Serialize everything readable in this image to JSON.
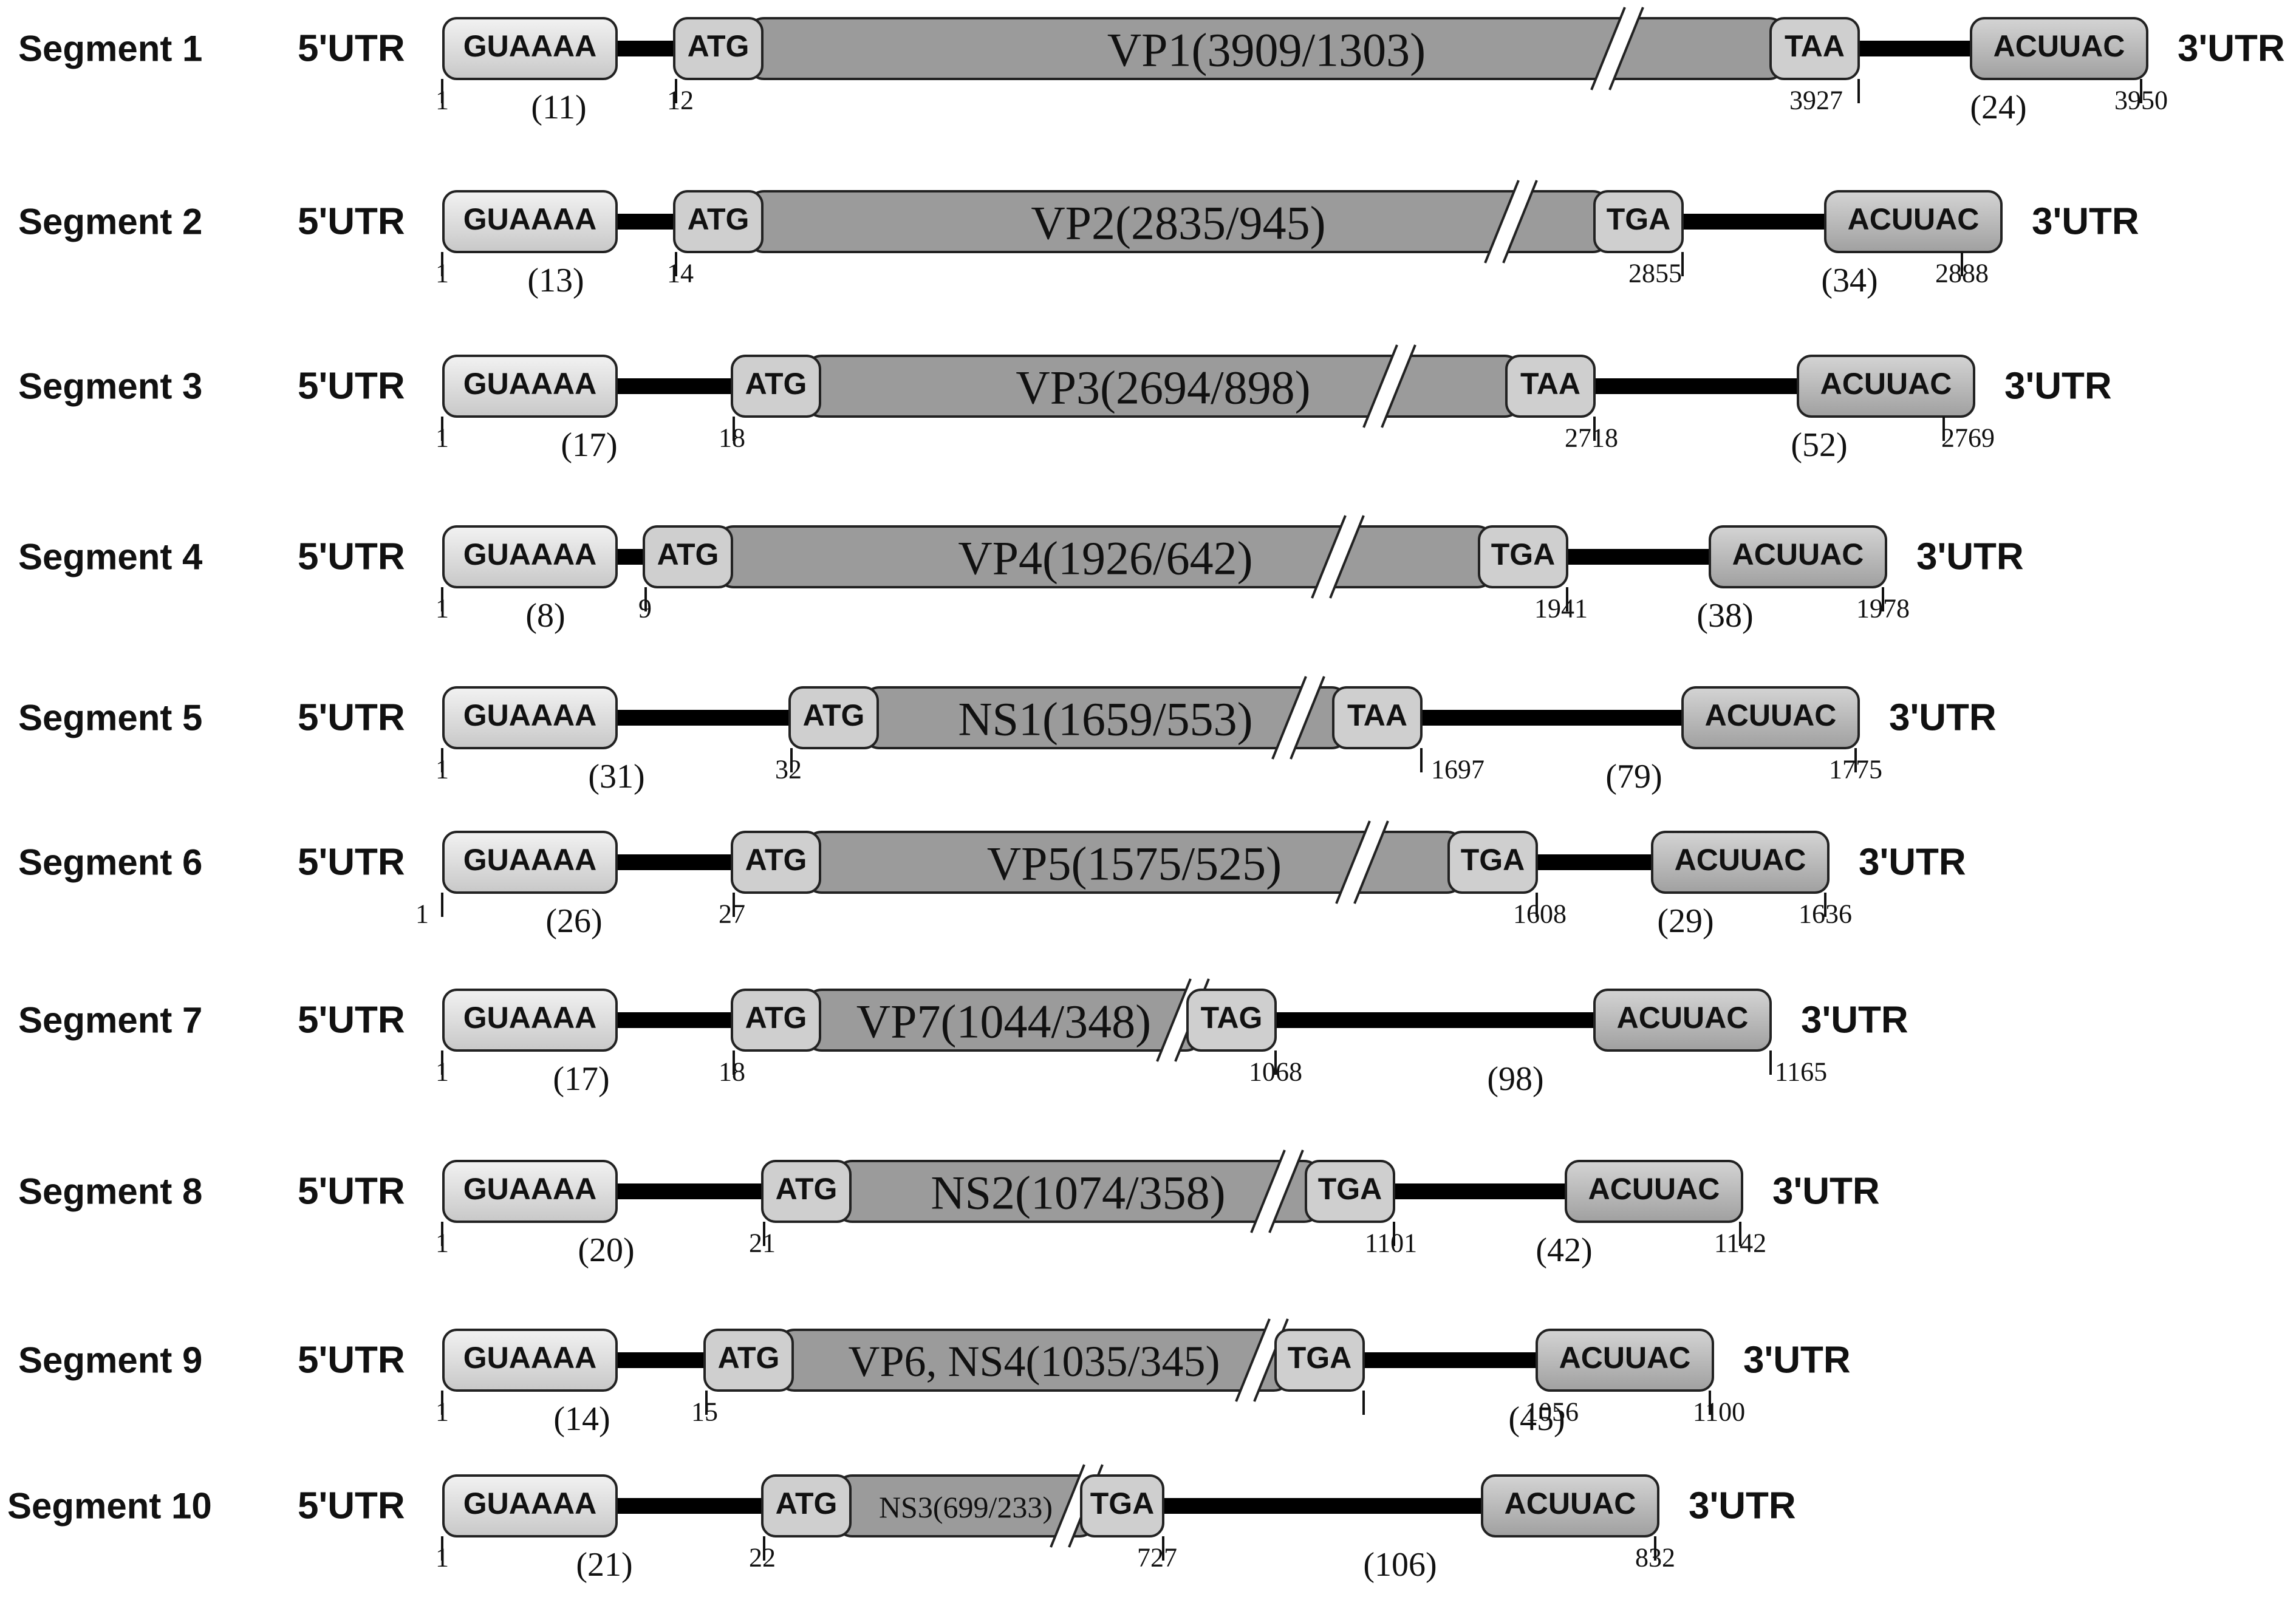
{
  "motif5": "GUAAAA",
  "motif3": "ACUUAC",
  "utr5_label": "5'UTR",
  "utr3_label": "3'UTR",
  "start_codon": "ATG",
  "segments": [
    {
      "label": "Segment 1",
      "orf": "VP1(3909/1303)",
      "stop": "TAA",
      "utr5_len": "(11)",
      "utr3_len": "(24)",
      "pos_start": "1",
      "pos_atg": "12",
      "pos_stop": "3927",
      "pos_end": "3950"
    },
    {
      "label": "Segment 2",
      "orf": "VP2(2835/945)",
      "stop": "TGA",
      "utr5_len": "(13)",
      "utr3_len": "(34)",
      "pos_start": "1",
      "pos_atg": "14",
      "pos_stop": "2855",
      "pos_end": "2888"
    },
    {
      "label": "Segment 3",
      "orf": "VP3(2694/898)",
      "stop": "TAA",
      "utr5_len": "(17)",
      "utr3_len": "(52)",
      "pos_start": "1",
      "pos_atg": "18",
      "pos_stop": "2718",
      "pos_end": "2769"
    },
    {
      "label": "Segment 4",
      "orf": "VP4(1926/642)",
      "stop": "TGA",
      "utr5_len": "(8)",
      "utr3_len": "(38)",
      "pos_start": "1",
      "pos_atg": "9",
      "pos_stop": "1941",
      "pos_end": "1978"
    },
    {
      "label": "Segment 5",
      "orf": "NS1(1659/553)",
      "stop": "TAA",
      "utr5_len": "(31)",
      "utr3_len": "(79)",
      "pos_start": "1",
      "pos_atg": "32",
      "pos_stop": "1697",
      "pos_end": "1775"
    },
    {
      "label": "Segment 6",
      "orf": "VP5(1575/525)",
      "stop": "TGA",
      "utr5_len": "(26)",
      "utr3_len": "(29)",
      "pos_start": "1",
      "pos_atg": "27",
      "pos_stop": "1608",
      "pos_end": "1636"
    },
    {
      "label": "Segment 7",
      "orf": "VP7(1044/348)",
      "stop": "TAG",
      "utr5_len": "(17)",
      "utr3_len": "(98)",
      "pos_start": "1",
      "pos_atg": "18",
      "pos_stop": "1068",
      "pos_end": "1165"
    },
    {
      "label": "Segment 8",
      "orf": "NS2(1074/358)",
      "stop": "TGA",
      "utr5_len": "(20)",
      "utr3_len": "(42)",
      "pos_start": "1",
      "pos_atg": "21",
      "pos_stop": "1101",
      "pos_end": "1142"
    },
    {
      "label": "Segment 9",
      "orf": "VP6, NS4(1035/345)",
      "stop": "TGA",
      "utr5_len": "(14)",
      "utr3_len": "(45)",
      "pos_start": "1",
      "pos_atg": "15",
      "pos_stop": "1056",
      "pos_end": "1100"
    },
    {
      "label": "Segment 10",
      "orf": "NS3(699/233)",
      "stop": "TGA",
      "utr5_len": "(21)",
      "utr3_len": "(106)",
      "pos_start": "1",
      "pos_atg": "22",
      "pos_stop": "727",
      "pos_end": "832"
    }
  ]
}
